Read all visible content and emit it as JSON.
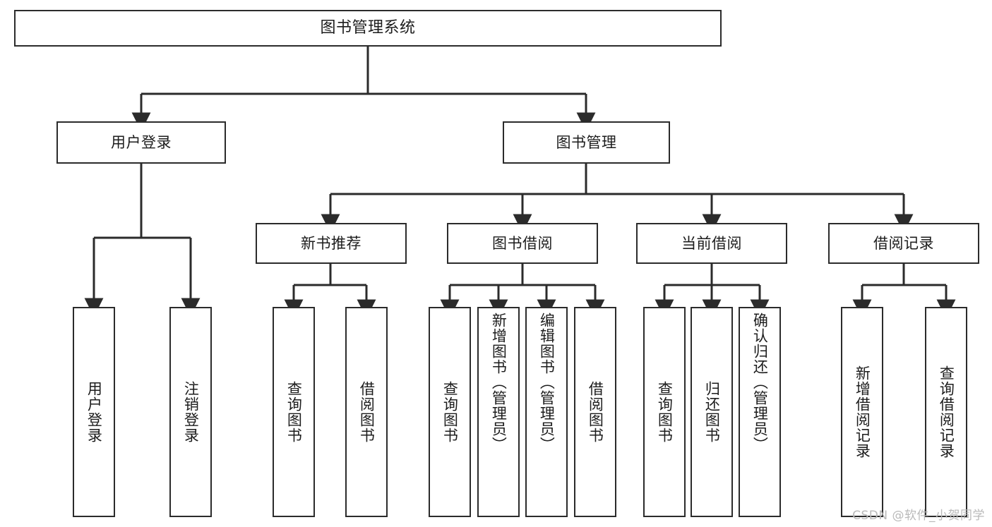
{
  "diagram": {
    "title": "图书管理系统",
    "type": "tree-hierarchy-chart",
    "watermark": "CSDN @软件_小贺同学",
    "colors": {
      "box_border": "#2b2b2b",
      "box_fill": "#ffffff",
      "edge": "#2b2b2b",
      "text": "#1c1c1c",
      "watermark": "#b9b9b9",
      "background": "#ffffff"
    },
    "root": {
      "label": "图书管理系统"
    },
    "level2": [
      {
        "id": "user-login",
        "label": "用户登录"
      },
      {
        "id": "book-management",
        "label": "图书管理"
      }
    ],
    "level3": [
      {
        "id": "new-book-recommend",
        "label": "新书推荐"
      },
      {
        "id": "book-borrow",
        "label": "图书借阅"
      },
      {
        "id": "current-borrow",
        "label": "当前借阅"
      },
      {
        "id": "borrow-record",
        "label": "借阅记录"
      }
    ],
    "leaves": {
      "user_login": [
        {
          "id": "leaf-user-login",
          "label": "用户登录"
        },
        {
          "id": "leaf-logout-login",
          "label": "注销登录"
        }
      ],
      "new_book_recommend": [
        {
          "id": "leaf-query-book-1",
          "label": "查询图书"
        },
        {
          "id": "leaf-borrow-book-1",
          "label": "借阅图书"
        }
      ],
      "book_borrow": [
        {
          "id": "leaf-query-book-2",
          "label": "查询图书"
        },
        {
          "id": "leaf-add-book-admin",
          "label": "新增图书（管理员）"
        },
        {
          "id": "leaf-edit-book-admin",
          "label": "编辑图书（管理员）"
        },
        {
          "id": "leaf-borrow-book-2",
          "label": "借阅图书"
        }
      ],
      "current_borrow": [
        {
          "id": "leaf-query-book-3",
          "label": "查询图书"
        },
        {
          "id": "leaf-return-book",
          "label": "归还图书"
        },
        {
          "id": "leaf-confirm-return-admin",
          "label": "确认归还（管理员）"
        }
      ],
      "borrow_record": [
        {
          "id": "leaf-add-borrow-record",
          "label": "新增借阅记录"
        },
        {
          "id": "leaf-query-borrow-record",
          "label": "查询借阅记录"
        }
      ]
    }
  }
}
